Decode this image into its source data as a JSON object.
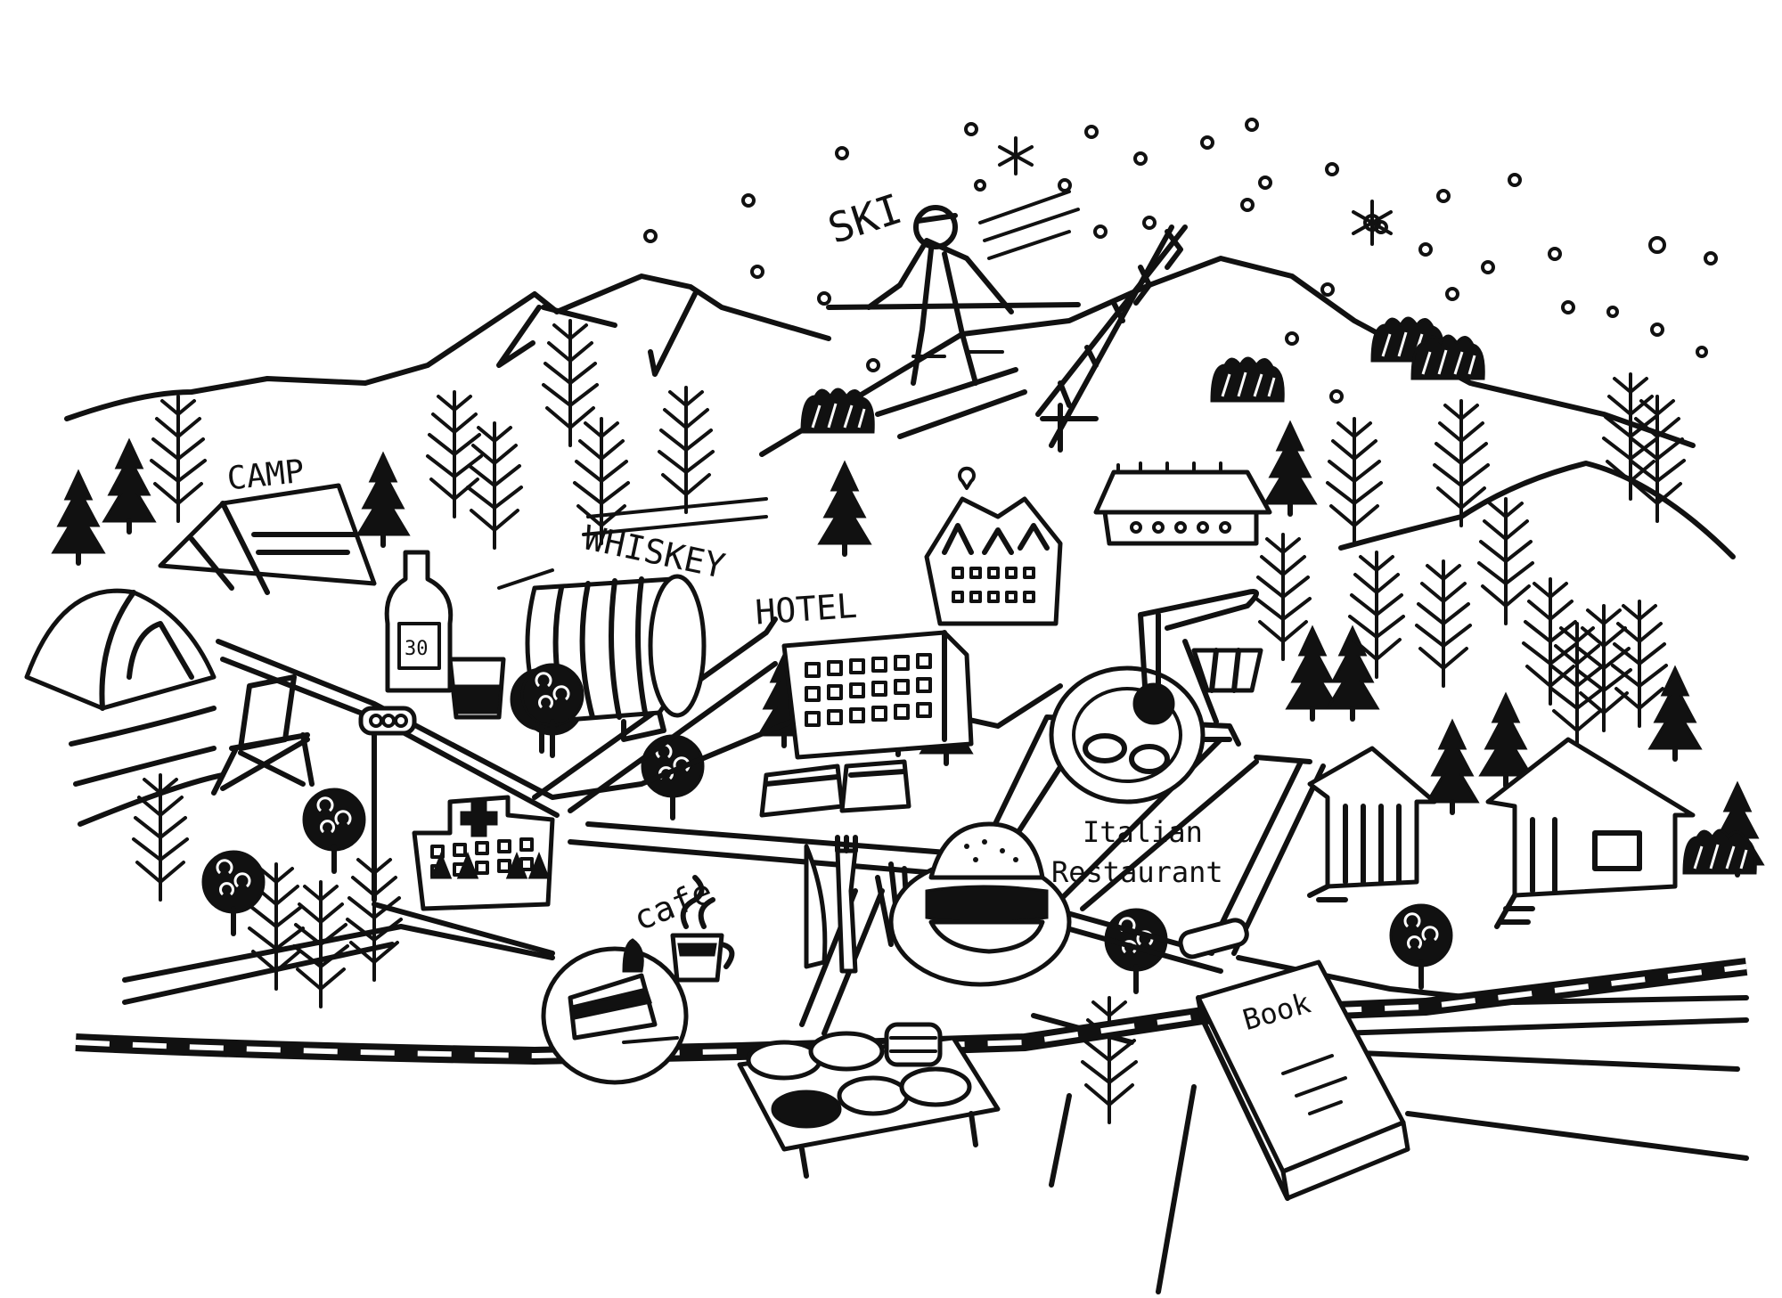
{
  "labels": {
    "ski": "SKI",
    "camp": "CAMP",
    "whiskey": "WHISKEY",
    "bottle_number": "30",
    "hotel": "HOTEL",
    "italian_line1": "Italian",
    "italian_line2": "Restaurant",
    "cafe": "cafe",
    "book": "Book"
  },
  "colors": {
    "ink": "#111111",
    "paper": "#ffffff"
  },
  "icons": [
    "skier-icon",
    "ski-lift-icon",
    "tent-icon",
    "dome-tent-icon",
    "camp-chair-icon",
    "whiskey-bottle-icon",
    "whiskey-glass-icon",
    "whiskey-barrel-icon",
    "hotel-building-icon",
    "lodge-icon",
    "hospital-icon",
    "traffic-light-icon",
    "pasta-plate-icon",
    "italian-flag-icon",
    "burger-icon",
    "cutlery-icon",
    "fries-icon",
    "cake-icon",
    "coffee-cup-icon",
    "sushi-platter-icon",
    "book-icon",
    "cabin-icon",
    "pine-tree-icon",
    "bare-tree-icon",
    "round-tree-icon",
    "snowflake-icon"
  ]
}
